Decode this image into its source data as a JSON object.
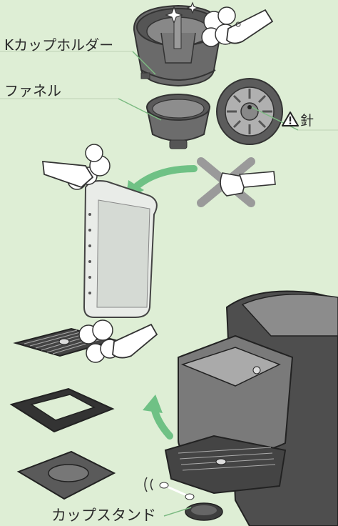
{
  "labels": {
    "k_cup_holder": "Kカップホルダー",
    "funnel": "ファネル",
    "needle": "針",
    "cup_stand": "カップスタンド"
  },
  "colors": {
    "background": "#deeed5",
    "part_dark": "#5e5e5e",
    "part_mid": "#8a8a8a",
    "part_light": "#bdbdbd",
    "arrow_green": "#6fc185",
    "cross_gray": "#9a9a9a",
    "leader_line": "#7cba82",
    "label_line": "#c9dcc0"
  },
  "icons": [
    "warning-icon",
    "sparkle-icon",
    "soap-bubbles-icon",
    "cotton-swab-icon",
    "prohibited-cross-icon"
  ]
}
